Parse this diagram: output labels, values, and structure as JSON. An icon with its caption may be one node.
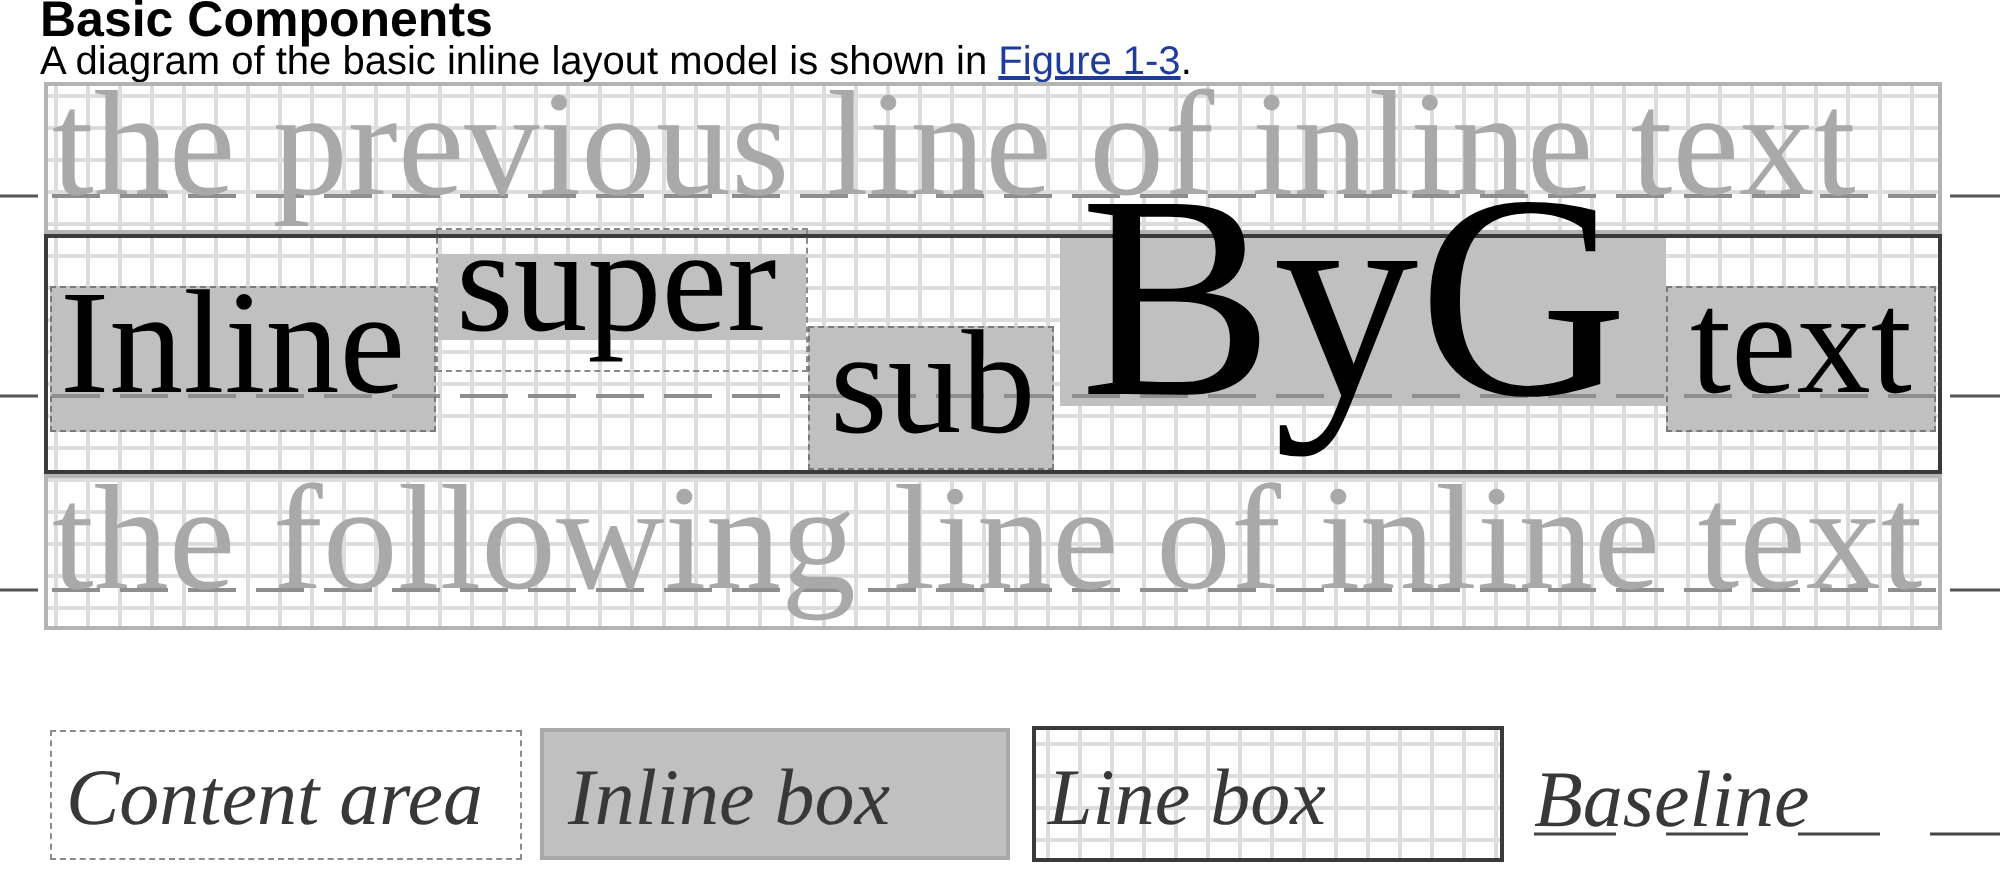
{
  "diagram": {
    "title": "Basic Components",
    "nodes": [
      {
        "text": [
          "the previous line of inline text"
        ]
      },
      {
        "text": [],
        "shape": "box"
      },
      {
        "text": [
          "Inline"
        ],
        "in": 1
      },
      {
        "text": [
          "super"
        ],
        "in": 1
      },
      {
        "text": [
          "sub"
        ],
        "in": 1
      },
      {
        "text": [
          "ByG"
        ],
        "in": 1
      },
      {
        "text": [
          "text"
        ],
        "in": 1
      },
      {
        "text": [
          "the following line of inline text"
        ]
      }
    ],
    "labels": [
      "A diagram of the basic inline layout model is shown in",
      "Figure 1-3",
      "."
    ],
    "legend": [
      {
        "text": "Content area"
      },
      {
        "text": "Inline box",
        "color": "#c0c0c0"
      },
      {
        "text": "Line box"
      },
      {
        "text": "Baseline"
      }
    ]
  }
}
